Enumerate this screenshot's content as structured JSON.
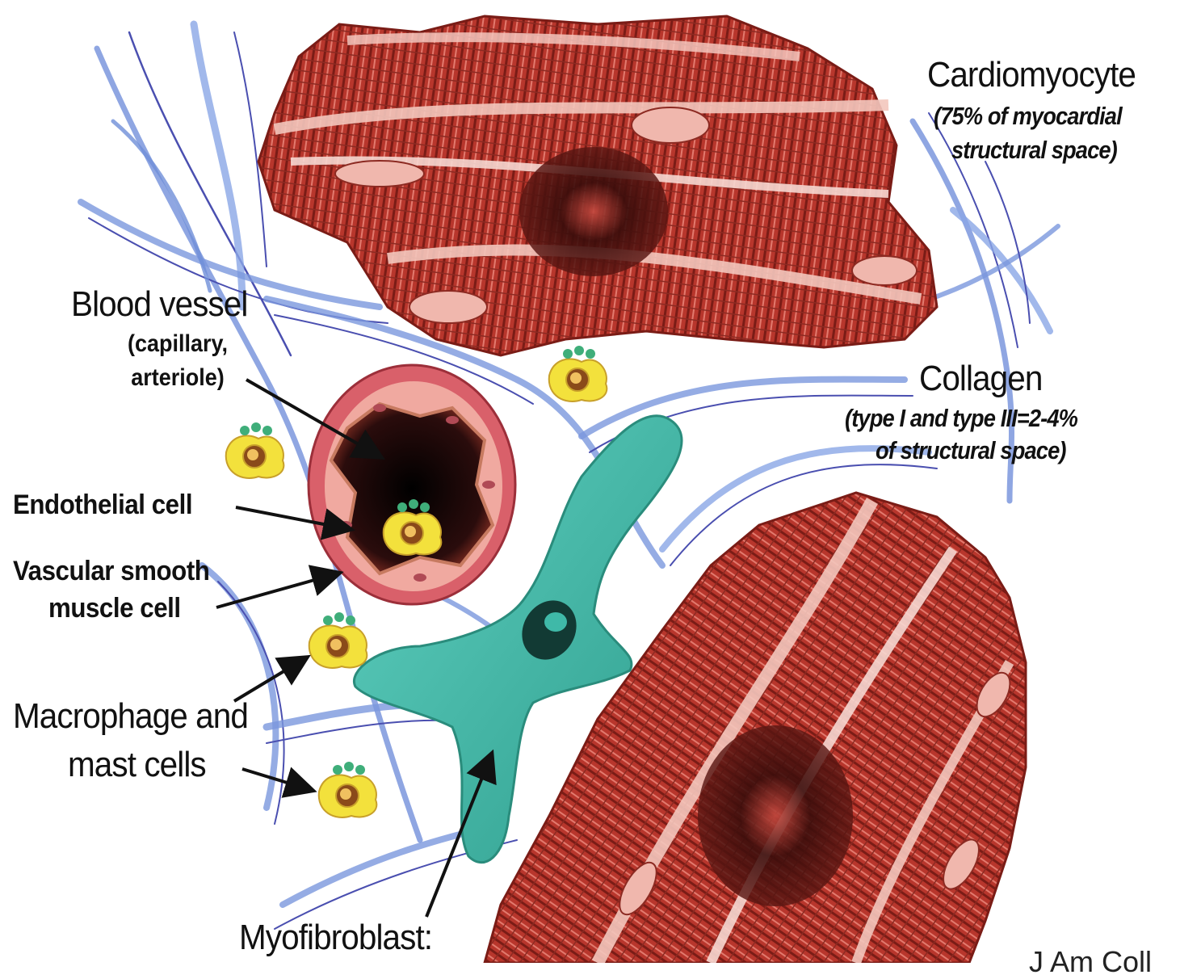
{
  "labels": {
    "cardiomyocyte": {
      "title": "Cardiomyocyte",
      "note_line1": "(75% of myocardial",
      "note_line2": "structural space)"
    },
    "collagen": {
      "title": "Collagen",
      "note_line1": "(type I and type III=2-4%",
      "note_line2": "of structural space)"
    },
    "blood_vessel": {
      "title": "Blood vessel",
      "note_line1": "(capillary,",
      "note_line2": "arteriole)"
    },
    "endothelial_cell": "Endothelial cell",
    "vascular_smooth_muscle": {
      "line1": "Vascular smooth",
      "line2": "muscle cell"
    },
    "macrophage": {
      "line1": "Macrophage and",
      "line2": "mast cells"
    },
    "myofibroblast": "Myofibroblast:",
    "citation_fragment": "J Am Coll"
  },
  "colors": {
    "muscle": "#b8362c",
    "muscle_dark": "#7a1c16",
    "muscle_stripe": "#f0b7ad",
    "collagen": "#6f8fd8",
    "collagen_dark": "#4a4fb0",
    "vessel_wall": "#d9606a",
    "vessel_lumen": "#1a0a0a",
    "myofibroblast": "#3fb9a8",
    "macrophage": "#f3e13c"
  }
}
